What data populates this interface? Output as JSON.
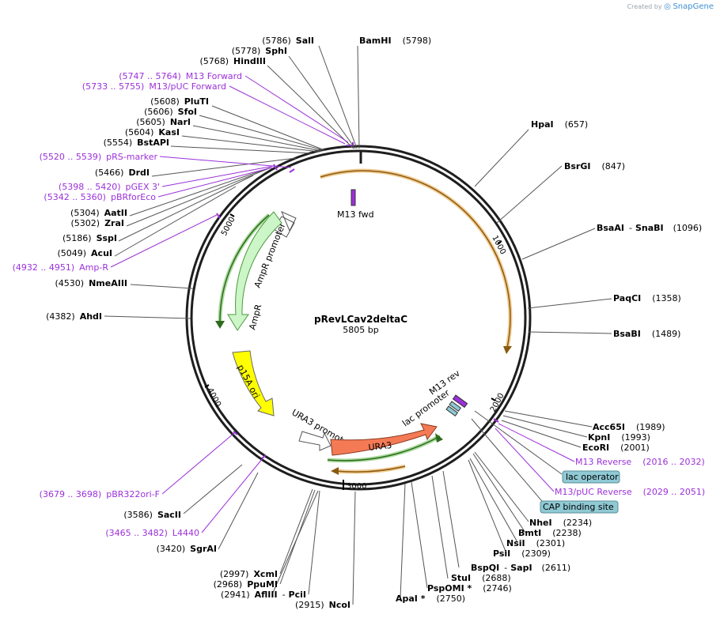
{
  "credit": {
    "created_by": "Created by",
    "brand": "SnapGene"
  },
  "plasmid": {
    "name": "pRevLCav2deltaC",
    "length_label": "5805 bp",
    "length": 5805
  },
  "ticks": [
    "1000",
    "2000",
    "3000",
    "4000",
    "5000"
  ],
  "sites": [
    {
      "name": "SalI",
      "pos": "(5786)"
    },
    {
      "name": "BamHI",
      "pos": "(5798)"
    },
    {
      "name": "SphI",
      "pos": "(5778)"
    },
    {
      "name": "HindIII",
      "pos": "(5768)"
    },
    {
      "name": "PluTI",
      "pos": "(5608)"
    },
    {
      "name": "SfoI",
      "pos": "(5606)"
    },
    {
      "name": "NarI",
      "pos": "(5605)"
    },
    {
      "name": "KasI",
      "pos": "(5604)"
    },
    {
      "name": "BstAPI",
      "pos": "(5554)"
    },
    {
      "name": "DrdI",
      "pos": "(5466)"
    },
    {
      "name": "AatII",
      "pos": "(5304)"
    },
    {
      "name": "ZraI",
      "pos": "(5302)"
    },
    {
      "name": "SspI",
      "pos": "(5186)"
    },
    {
      "name": "AcuI",
      "pos": "(5049)"
    },
    {
      "name": "NmeAIII",
      "pos": "(4530)"
    },
    {
      "name": "AhdI",
      "pos": "(4382)"
    },
    {
      "name": "SacII",
      "pos": "(3586)"
    },
    {
      "name": "SgrAI",
      "pos": "(3420)"
    },
    {
      "name": "XcmI",
      "pos": "(2997)"
    },
    {
      "name": "PpuMI",
      "pos": "(2968)"
    },
    {
      "name": "AflIII",
      "pos": "(2941)",
      "name2": "PciI",
      "dash": "-"
    },
    {
      "name": "NcoI",
      "pos": "(2915)"
    },
    {
      "name": "HpaI",
      "pos": "(657)"
    },
    {
      "name": "BsrGI",
      "pos": "(847)"
    },
    {
      "name": "BsaAI",
      "pos": "(1096)",
      "name2": "SnaBI",
      "dash": "-"
    },
    {
      "name": "PaqCI",
      "pos": "(1358)"
    },
    {
      "name": "BsaBI",
      "pos": "(1489)"
    },
    {
      "name": "Acc65I",
      "pos": "(1989)"
    },
    {
      "name": "KpnI",
      "pos": "(1993)"
    },
    {
      "name": "EcoRI",
      "pos": "(2001)"
    },
    {
      "name": "NheI",
      "pos": "(2234)"
    },
    {
      "name": "BmtI",
      "pos": "(2238)"
    },
    {
      "name": "NsiI",
      "pos": "(2301)"
    },
    {
      "name": "PsiI",
      "pos": "(2309)"
    },
    {
      "name": "BspQI",
      "pos": "(2611)",
      "name2": "SapI",
      "dash": "-"
    },
    {
      "name": "StuI",
      "pos": "(2688)"
    },
    {
      "name": "PspOMI *",
      "pos": "(2746)"
    },
    {
      "name": "ApaI *",
      "pos": "(2750)"
    }
  ],
  "primers": [
    {
      "range": "(5747 .. 5764)",
      "name": "M13 Forward"
    },
    {
      "range": "(5733 .. 5755)",
      "name": "M13/pUC Forward"
    },
    {
      "range": "(5520 .. 5539)",
      "name": "pRS-marker"
    },
    {
      "range": "(5398 .. 5420)",
      "name": "pGEX 3'"
    },
    {
      "range": "(5342 .. 5360)",
      "name": "pBRforEco"
    },
    {
      "range": "(4932 .. 4951)",
      "name": "Amp-R"
    },
    {
      "range": "(3679 .. 3698)",
      "name": "pBR322ori-F"
    },
    {
      "range": "(3465 .. 3482)",
      "name": "L4440"
    },
    {
      "name": "M13 Reverse",
      "range": "(2016 .. 2032)"
    },
    {
      "name": "M13/pUC Reverse",
      "range": "(2029 .. 2051)"
    }
  ],
  "boxed_features": [
    "lac operator",
    "CAP binding site"
  ],
  "features": {
    "m13fwd": "M13 fwd",
    "m13rev": "M13 rev",
    "lac_promoter": "lac promoter",
    "ura3": "URA3",
    "ura3_promoter": "URA3 promoter",
    "p15a": "p15A ori",
    "ampr": "AmpR",
    "ampr_promoter": "AmpR promoter"
  },
  "colors": {
    "backbone": "#1e1e1e",
    "primer": "#9b30d9",
    "ampr": "#ccf5c8",
    "ampr_stroke": "#4a9a3a",
    "ori": "#ffff00",
    "ura3": "#f47a55",
    "orange_feature": "#e8a23a",
    "green_feature": "#57b83d",
    "boxed_fill": "#8fc9d4"
  }
}
